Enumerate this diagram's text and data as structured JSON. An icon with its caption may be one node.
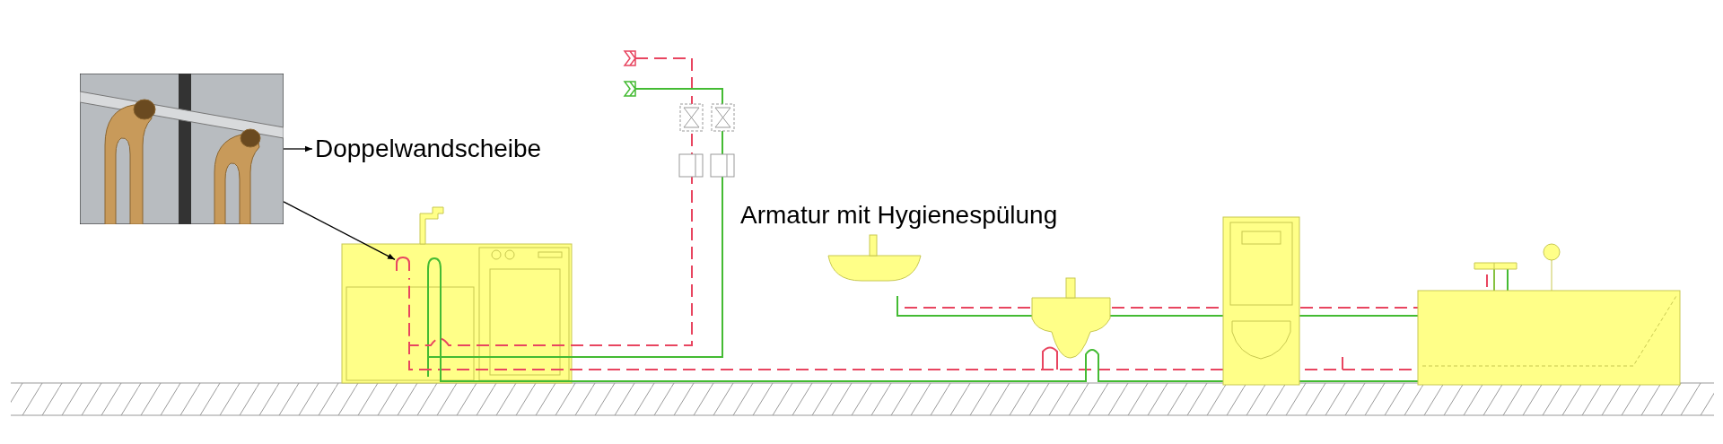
{
  "diagram": {
    "nodes": [
      {
        "text": [],
        "shape": "picture"
      },
      {
        "text": [
          "Doppelwandscheibe"
        ]
      },
      {
        "text": [],
        "shape": "picture"
      }
    ],
    "edges": [
      {
        "from": 0,
        "to": 1,
        "arrow": "to"
      },
      {
        "from": 0,
        "to": 2,
        "arrow": "to"
      }
    ],
    "labels": [
      "Armatur mit Hygienespülung"
    ]
  }
}
